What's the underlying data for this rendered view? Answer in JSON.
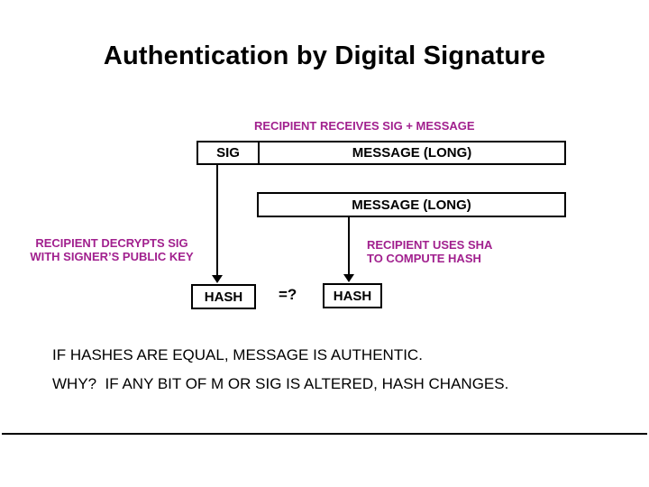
{
  "colors": {
    "accent": "#a1208e",
    "ink": "#000000",
    "background": "#ffffff"
  },
  "slide": {
    "title": "Authentication by Digital Signature",
    "flow": {
      "received_label": "RECIPIENT RECEIVES SIG + MESSAGE",
      "sig_cell": "SIG",
      "message_cell": "MESSAGE (LONG)",
      "message_copy": "MESSAGE (LONG)",
      "decrypt_note": [
        "RECIPIENT DECRYPTS SIG",
        "WITH SIGNER’S PUBLIC KEY"
      ],
      "sha_note": [
        "RECIPIENT USES SHA",
        "TO COMPUTE HASH"
      ],
      "hash_left": "HASH",
      "comparison": "=?",
      "hash_right": "HASH"
    },
    "conclusion": "IF HASHES ARE EQUAL, MESSAGE IS AUTHENTIC.",
    "why": "WHY?  IF ANY BIT OF M OR SIG IS ALTERED, HASH CHANGES."
  }
}
